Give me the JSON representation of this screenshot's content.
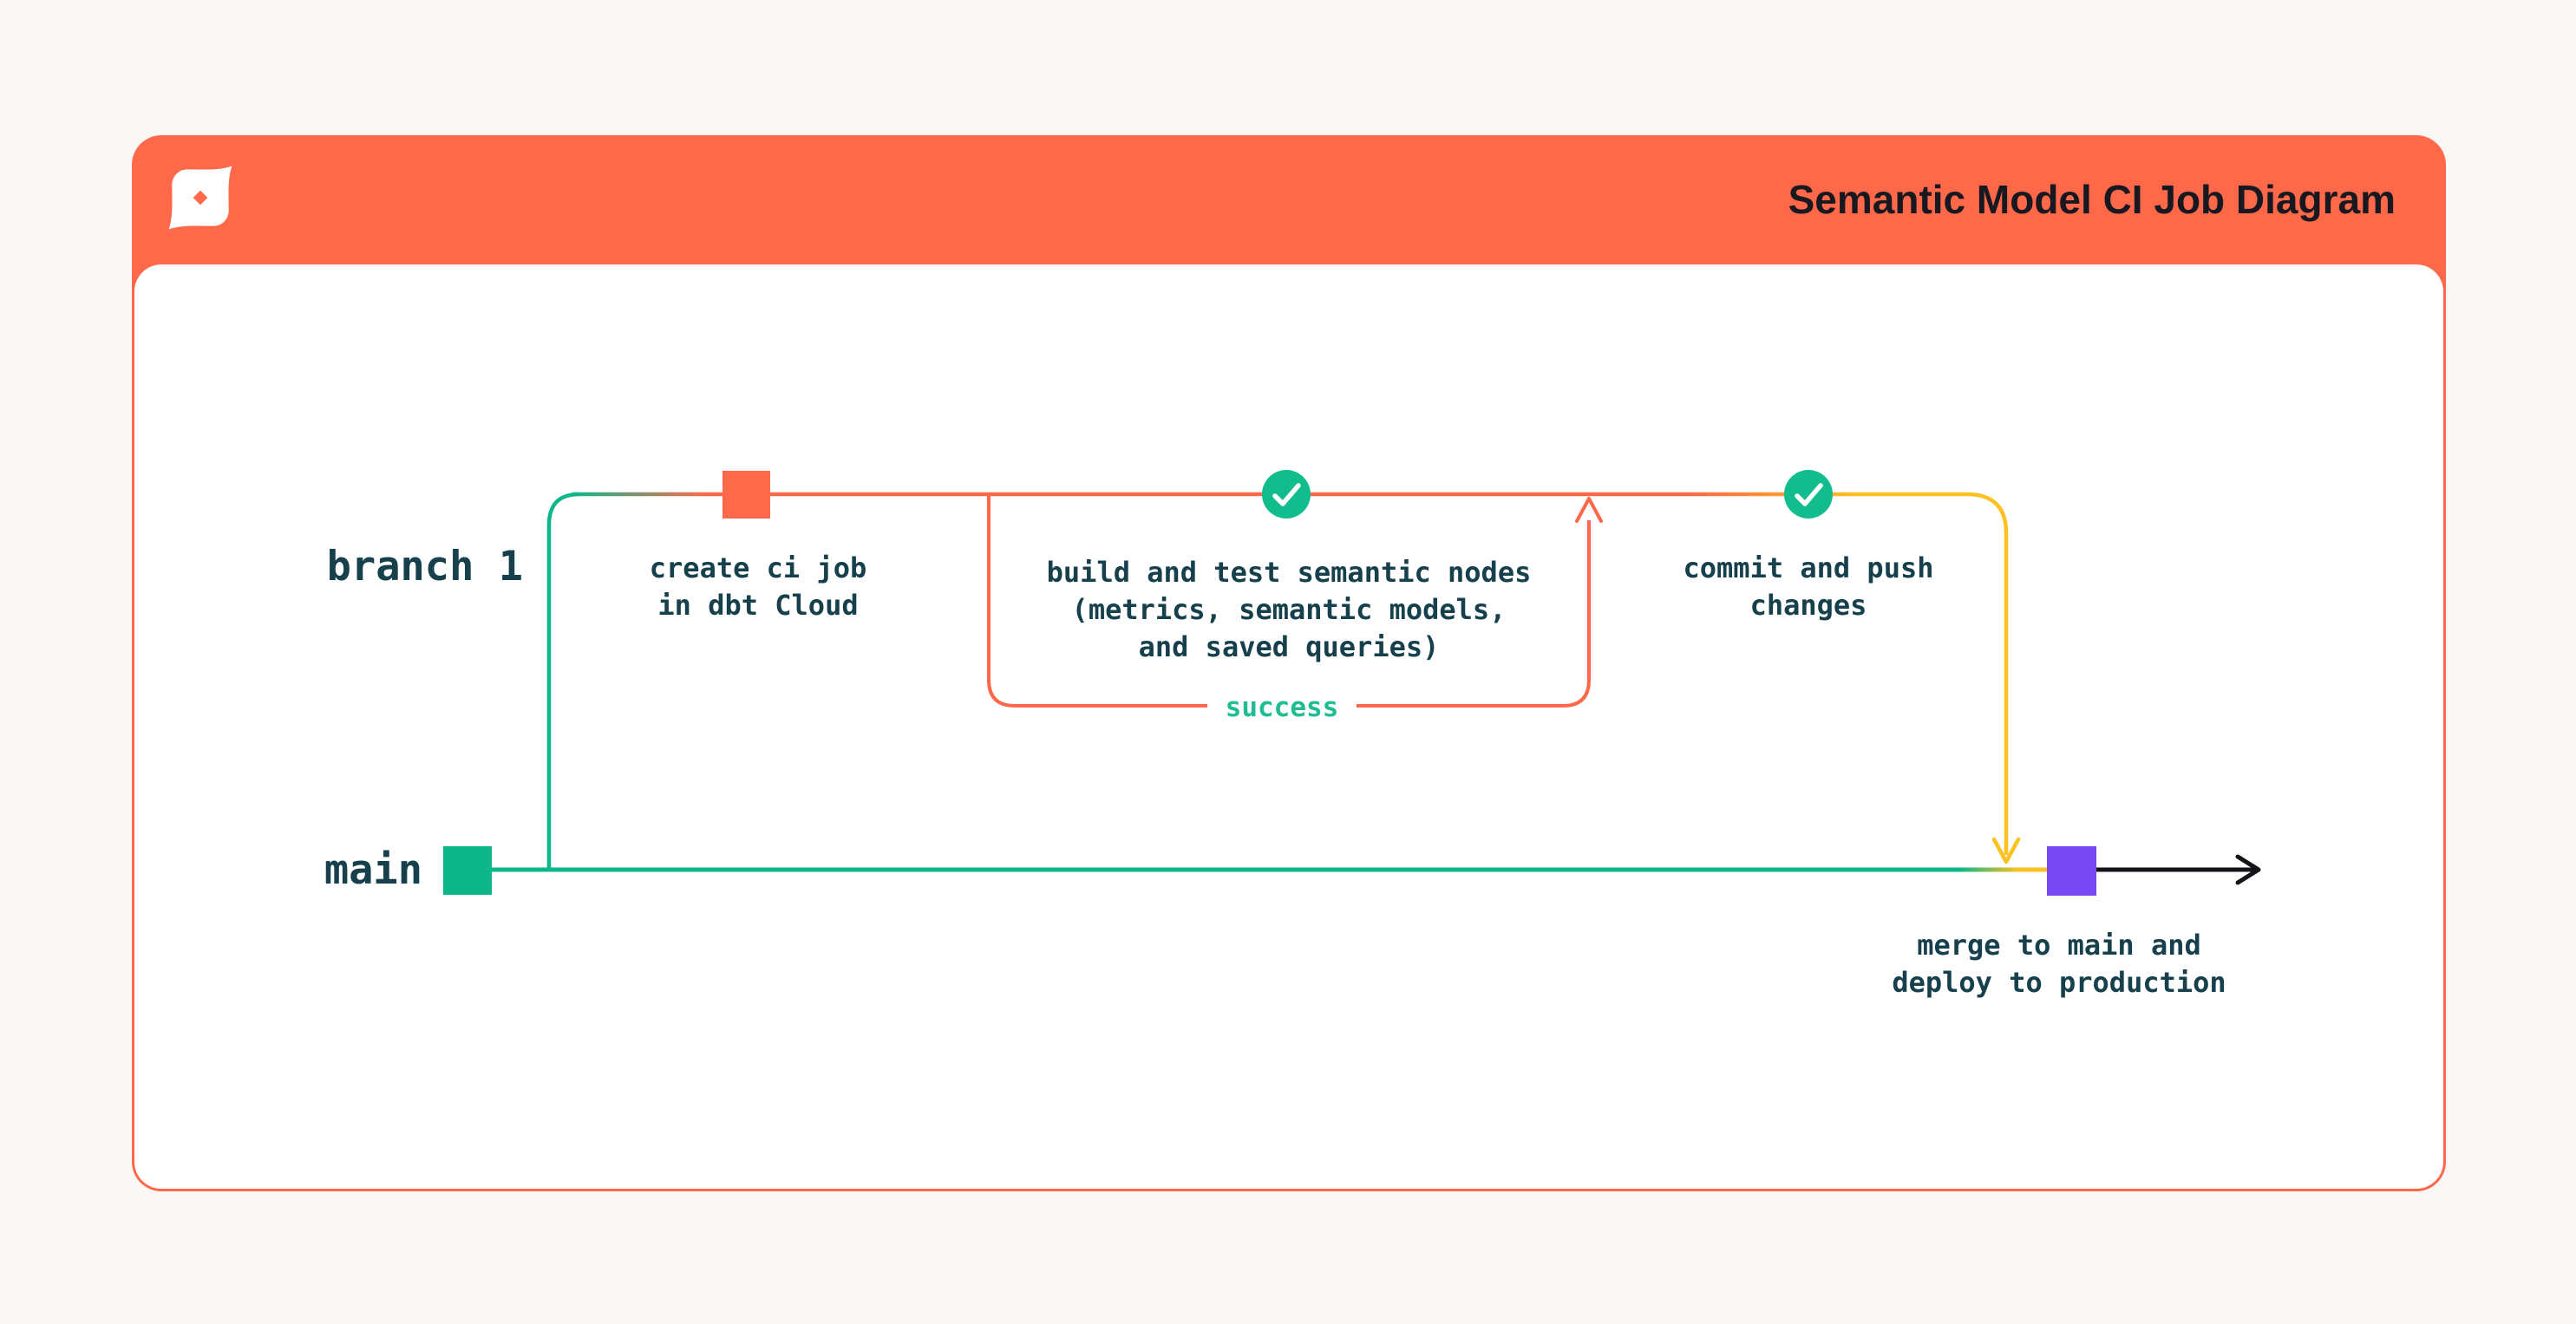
{
  "header": {
    "title": "Semantic Model CI Job Diagram",
    "logo": "dbt-logo"
  },
  "diagram": {
    "branch_label": "branch 1",
    "main_label": "main",
    "success_label": "success",
    "nodes": {
      "create_ci": {
        "line1": "create ci job",
        "line2": "in dbt Cloud"
      },
      "build_test": {
        "line1": "build and test semantic nodes",
        "line2": "(metrics, semantic models,",
        "line3": "and saved queries)"
      },
      "commit_push": {
        "line1": "commit and push",
        "line2": "changes"
      },
      "merge_deploy": {
        "line1": "merge to main and",
        "line2": "deploy to production"
      }
    },
    "colors": {
      "orange": "#ff694a",
      "green": "#0db78a",
      "yellow": "#fdc221",
      "purple": "#7747f2",
      "check_green": "#12bd8d",
      "success_text_green": "#1fbd92",
      "label_navy": "#17404d",
      "title_black": "#181820",
      "page_bg": "#faf8f5",
      "card_bg": "#ffffff"
    }
  }
}
